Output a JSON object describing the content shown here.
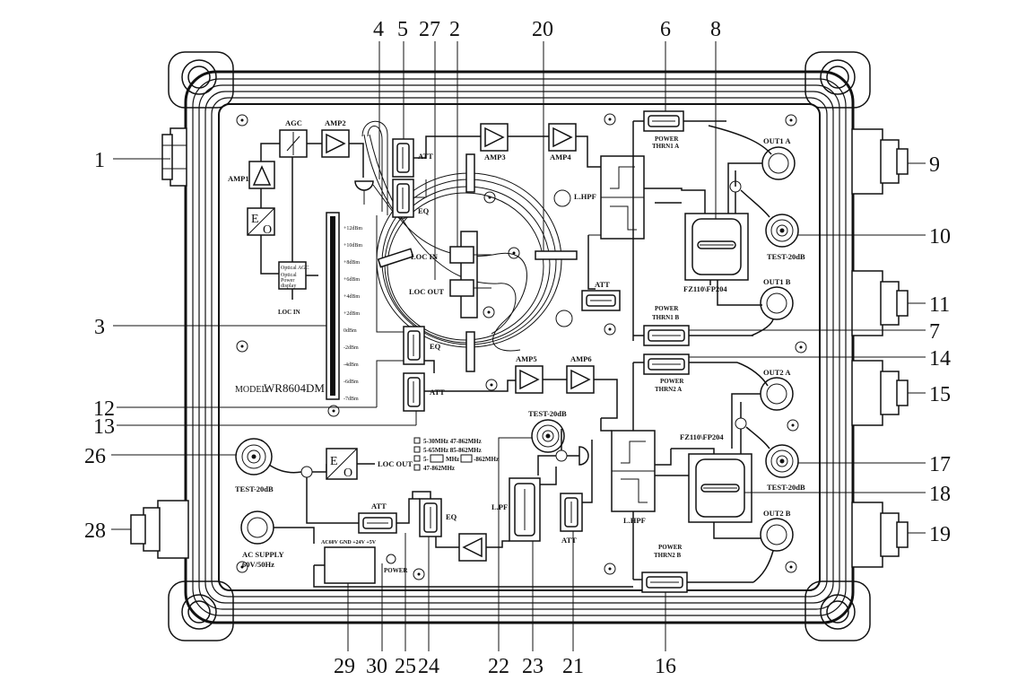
{
  "callouts": {
    "n1": "1",
    "n2": "2",
    "n3": "3",
    "n4": "4",
    "n5": "5",
    "n6": "6",
    "n7": "7",
    "n8": "8",
    "n9": "9",
    "n10": "10",
    "n11": "11",
    "n12": "12",
    "n13": "13",
    "n14": "14",
    "n15": "15",
    "n16": "16",
    "n17": "17",
    "n18": "18",
    "n19": "19",
    "n20": "20",
    "n21": "21",
    "n22": "22",
    "n23": "23",
    "n24": "24",
    "n25": "25",
    "n26": "26",
    "n27": "27",
    "n28": "28",
    "n29": "29",
    "n30": "30"
  },
  "labels": {
    "agc": "AGC",
    "amp1": "AMP1",
    "amp2": "AMP2",
    "amp3": "AMP3",
    "amp4": "AMP4",
    "amp5": "AMP5",
    "amp6": "AMP6",
    "att": "ATT",
    "eq": "EQ",
    "l_hpf": "L.HPF",
    "lpf": "L.PF",
    "loc_in": "LOC IN",
    "loc_out": "LOC OUT",
    "power_thrn1_a_1": "POWER",
    "power_thrn1_a_2": "THRN1 A",
    "power_thrn1_b_1": "POWER",
    "power_thrn1_b_2": "THRN1 B",
    "power_thrn2_a_1": "POWER",
    "power_thrn2_a_2": "THRN2 A",
    "power_thrn2_b_1": "POWER",
    "power_thrn2_b_2": "THRN2 B",
    "out1_a": "OUT1 A",
    "out1_b": "OUT1 B",
    "out2_a": "OUT2 A",
    "out2_b": "OUT2 B",
    "test_20db": "TEST-20dB",
    "fz_fp": "FZ110\\FP204",
    "model_label": "MODEL:",
    "model_value": "WR8604DM",
    "ac_supply_1": "AC SUPPLY",
    "ac_supply_2": "60V/50Hz",
    "power": "POWER",
    "terminals": "AC60V  GND  +24V  +5V",
    "optical_agc_1": "Optical AGC",
    "optical_agc_2": "Optical",
    "optical_agc_3": "Power",
    "optical_agc_4": "display",
    "eo_e": "E",
    "eo_o": "O",
    "band1": "5-30MHz 47-862MHz",
    "band2": "5-65MHz 85-862MHz",
    "band3_a": "5-",
    "band3_b": "MHz",
    "band3_c": "-862MHz",
    "band4": "47-862MHz"
  },
  "scale": [
    "+12dBm",
    "+10dBm",
    "+8dBm",
    "+6dBm",
    "+4dBm",
    "+2dBm",
    "0dBm",
    "-2dBm",
    "-4dBm",
    "-6dBm",
    "-7dBm"
  ]
}
